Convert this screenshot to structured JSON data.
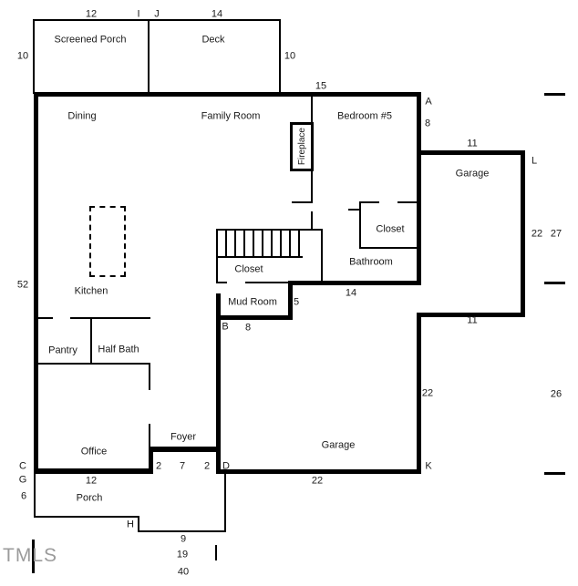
{
  "rooms": {
    "screened_porch": "Screened Porch",
    "deck": "Deck",
    "dining": "Dining",
    "family_room": "Family Room",
    "bedroom5": "Bedroom #5",
    "garage_upper": "Garage",
    "bedroom_closet": "Closet",
    "bathroom": "Bathroom",
    "stairs_closet": "Closet",
    "kitchen": "Kitchen",
    "mud_room": "Mud Room",
    "pantry": "Pantry",
    "half_bath": "Half Bath",
    "office": "Office",
    "foyer": "Foyer",
    "garage_lower": "Garage",
    "porch": "Porch",
    "fireplace": "Fireplace"
  },
  "dims": {
    "sp_width": "12",
    "deck_width": "14",
    "sp_depth": "10",
    "deck_depth": "10",
    "bedroom_top": "15",
    "right_a": "8",
    "garage_top": "11",
    "garage_right_span": "22",
    "right_upper_span": "27",
    "bath_width": "14",
    "mud_door": "5",
    "mud_width": "8",
    "garage_bottom_edge": "11",
    "left_span": "52",
    "garage_inner_right": "22",
    "right_lower_span": "26",
    "stoop_left": "2",
    "stoop_mid": "7",
    "stoop_right": "2",
    "porch_width": "12",
    "garage_width": "22",
    "porch_depth": "6",
    "step_width": "9",
    "bottom_span_19": "19",
    "bottom_span_40": "40"
  },
  "markers": {
    "a": "A",
    "b": "B",
    "c": "C",
    "d": "D",
    "g": "G",
    "h": "H",
    "i": "I",
    "j": "J",
    "k": "K",
    "l": "L"
  },
  "logo": {
    "text": "TMLS"
  }
}
